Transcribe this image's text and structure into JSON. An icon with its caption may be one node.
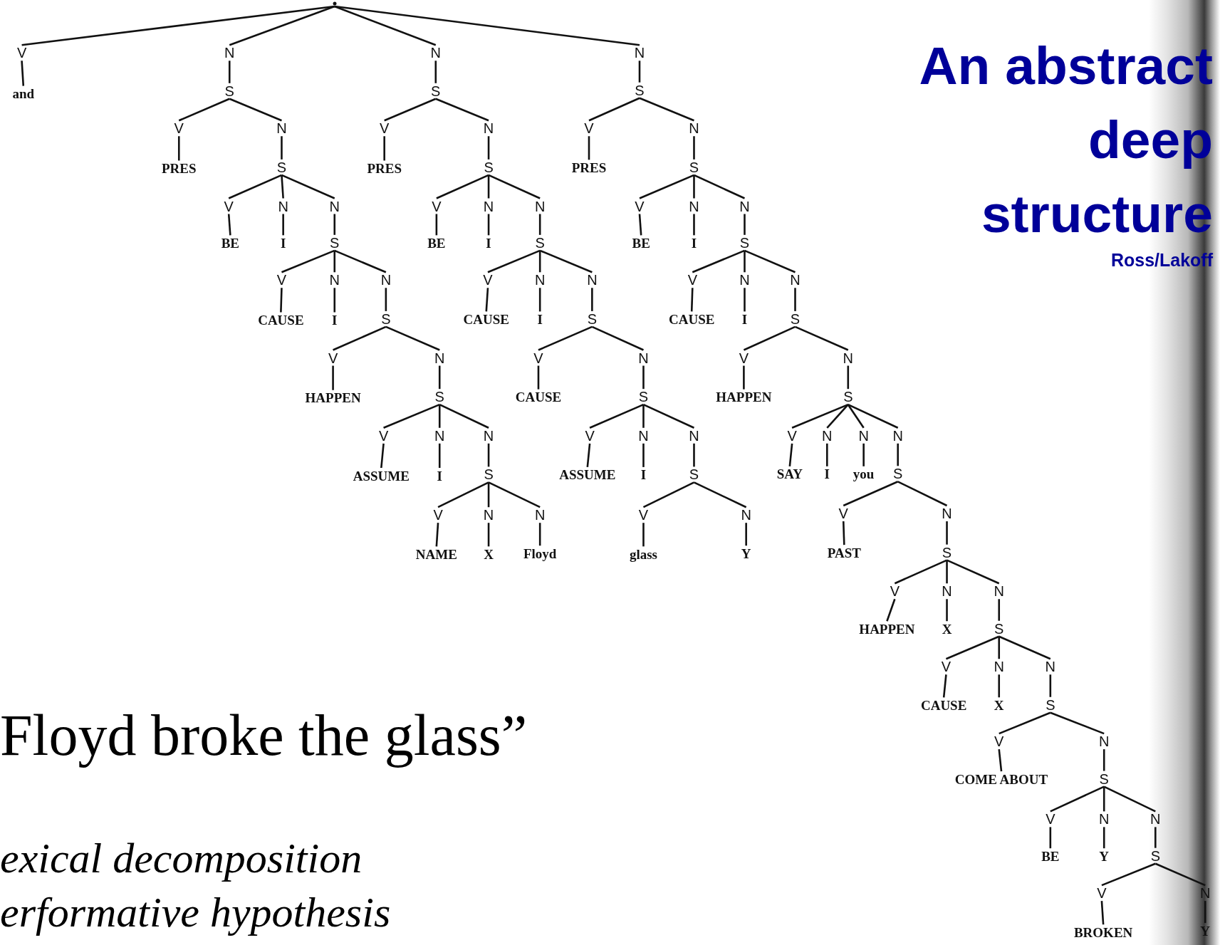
{
  "diagram": {
    "title": "An abstract deep structure",
    "nodes": [
      {
        "text": [],
        "shape": "circle"
      },
      {
        "text": [
          "V"
        ]
      },
      {
        "text": [
          "and"
        ]
      },
      {
        "text": [
          "N"
        ]
      },
      {
        "text": [
          "S"
        ]
      },
      {
        "text": [
          "V"
        ]
      },
      {
        "text": [
          "PRES"
        ]
      },
      {
        "text": [
          "N"
        ]
      },
      {
        "text": [
          "S"
        ]
      },
      {
        "text": [
          "V"
        ]
      },
      {
        "text": [
          "BE"
        ]
      },
      {
        "text": [
          "N"
        ]
      },
      {
        "text": [
          "I"
        ]
      },
      {
        "text": [
          "N"
        ]
      },
      {
        "text": [
          "S"
        ]
      },
      {
        "text": [
          "V"
        ]
      },
      {
        "text": [
          "CAUSE"
        ]
      },
      {
        "text": [
          "N"
        ]
      },
      {
        "text": [
          "I"
        ]
      },
      {
        "text": [
          "N"
        ]
      },
      {
        "text": [
          "S"
        ]
      },
      {
        "text": [
          "V"
        ]
      },
      {
        "text": [
          "HAPPEN"
        ]
      },
      {
        "text": [
          "N"
        ]
      },
      {
        "text": [
          "S"
        ]
      },
      {
        "text": [
          "V"
        ]
      },
      {
        "text": [
          "ASSUME"
        ]
      },
      {
        "text": [
          "N"
        ]
      },
      {
        "text": [
          "I"
        ]
      },
      {
        "text": [
          "N"
        ]
      },
      {
        "text": [
          "S"
        ]
      },
      {
        "text": [
          "V"
        ]
      },
      {
        "text": [
          "NAME"
        ]
      },
      {
        "text": [
          "N"
        ]
      },
      {
        "text": [
          "X"
        ]
      },
      {
        "text": [
          "N"
        ]
      },
      {
        "text": [
          "Floyd"
        ]
      },
      {
        "text": [
          "N"
        ]
      },
      {
        "text": [
          "S"
        ]
      },
      {
        "text": [
          "V"
        ]
      },
      {
        "text": [
          "PRES"
        ]
      },
      {
        "text": [
          "N"
        ]
      },
      {
        "text": [
          "S"
        ]
      },
      {
        "text": [
          "V"
        ]
      },
      {
        "text": [
          "BE"
        ]
      },
      {
        "text": [
          "N"
        ]
      },
      {
        "text": [
          "I"
        ]
      },
      {
        "text": [
          "N"
        ]
      },
      {
        "text": [
          "S"
        ]
      },
      {
        "text": [
          "V"
        ]
      },
      {
        "text": [
          "CAUSE"
        ]
      },
      {
        "text": [
          "N"
        ]
      },
      {
        "text": [
          "I"
        ]
      },
      {
        "text": [
          "N"
        ]
      },
      {
        "text": [
          "S"
        ]
      },
      {
        "text": [
          "V"
        ]
      },
      {
        "text": [
          "CAUSE"
        ]
      },
      {
        "text": [
          "N"
        ]
      },
      {
        "text": [
          "S"
        ]
      },
      {
        "text": [
          "V"
        ]
      },
      {
        "text": [
          "ASSUME"
        ]
      },
      {
        "text": [
          "N"
        ]
      },
      {
        "text": [
          "I"
        ]
      },
      {
        "text": [
          "N"
        ]
      },
      {
        "text": [
          "S"
        ]
      },
      {
        "text": [
          "V"
        ]
      },
      {
        "text": [
          "glass"
        ]
      },
      {
        "text": [
          "N"
        ]
      },
      {
        "text": [
          "Y"
        ]
      },
      {
        "text": [
          "N"
        ]
      },
      {
        "text": [
          "S"
        ]
      },
      {
        "text": [
          "V"
        ]
      },
      {
        "text": [
          "PRES"
        ]
      },
      {
        "text": [
          "N"
        ]
      },
      {
        "text": [
          "S"
        ]
      },
      {
        "text": [
          "V"
        ]
      },
      {
        "text": [
          "BE"
        ]
      },
      {
        "text": [
          "N"
        ]
      },
      {
        "text": [
          "I"
        ]
      },
      {
        "text": [
          "N"
        ]
      },
      {
        "text": [
          "S"
        ]
      },
      {
        "text": [
          "V"
        ]
      },
      {
        "text": [
          "CAUSE"
        ]
      },
      {
        "text": [
          "N"
        ]
      },
      {
        "text": [
          "I"
        ]
      },
      {
        "text": [
          "N"
        ]
      },
      {
        "text": [
          "S"
        ]
      },
      {
        "text": [
          "V"
        ]
      },
      {
        "text": [
          "HAPPEN"
        ]
      },
      {
        "text": [
          "N"
        ]
      },
      {
        "text": [
          "S"
        ]
      },
      {
        "text": [
          "V"
        ]
      },
      {
        "text": [
          "SAY"
        ]
      },
      {
        "text": [
          "N"
        ]
      },
      {
        "text": [
          "I"
        ]
      },
      {
        "text": [
          "N"
        ]
      },
      {
        "text": [
          "you"
        ]
      },
      {
        "text": [
          "N"
        ]
      },
      {
        "text": [
          "S"
        ]
      },
      {
        "text": [
          "V"
        ]
      },
      {
        "text": [
          "PAST"
        ]
      },
      {
        "text": [
          "N"
        ]
      },
      {
        "text": [
          "S"
        ]
      },
      {
        "text": [
          "V"
        ]
      },
      {
        "text": [
          "HAPPEN"
        ]
      },
      {
        "text": [
          "N"
        ]
      },
      {
        "text": [
          "X"
        ]
      },
      {
        "text": [
          "N"
        ]
      },
      {
        "text": [
          "S"
        ]
      },
      {
        "text": [
          "V"
        ]
      },
      {
        "text": [
          "CAUSE"
        ]
      },
      {
        "text": [
          "N"
        ]
      },
      {
        "text": [
          "X"
        ]
      },
      {
        "text": [
          "N"
        ]
      },
      {
        "text": [
          "S"
        ]
      },
      {
        "text": [
          "V"
        ]
      },
      {
        "text": [
          "COME ABOUT"
        ]
      },
      {
        "text": [
          "N"
        ]
      },
      {
        "text": [
          "S"
        ]
      },
      {
        "text": [
          "V"
        ]
      },
      {
        "text": [
          "BE"
        ]
      },
      {
        "text": [
          "N"
        ]
      },
      {
        "text": [
          "Y"
        ]
      },
      {
        "text": [
          "N"
        ]
      },
      {
        "text": [
          "S"
        ]
      },
      {
        "text": [
          "V"
        ]
      },
      {
        "text": [
          "BROKEN"
        ]
      },
      {
        "text": [
          "N"
        ]
      },
      {
        "text": [
          "Y"
        ]
      }
    ],
    "edges": [
      {
        "from": 0,
        "to": 1,
        "arrow": "none"
      },
      {
        "from": 0,
        "to": 3,
        "arrow": "none"
      },
      {
        "from": 0,
        "to": 37,
        "arrow": "none"
      },
      {
        "from": 0,
        "to": 69,
        "arrow": "none"
      },
      {
        "from": 1,
        "to": 2,
        "arrow": "none"
      },
      {
        "from": 3,
        "to": 4,
        "arrow": "none"
      },
      {
        "from": 4,
        "to": 5,
        "arrow": "none"
      },
      {
        "from": 4,
        "to": 7,
        "arrow": "none"
      },
      {
        "from": 5,
        "to": 6,
        "arrow": "none"
      },
      {
        "from": 7,
        "to": 8,
        "arrow": "none"
      },
      {
        "from": 8,
        "to": 9,
        "arrow": "none"
      },
      {
        "from": 8,
        "to": 11,
        "arrow": "none"
      },
      {
        "from": 8,
        "to": 13,
        "arrow": "none"
      },
      {
        "from": 9,
        "to": 10,
        "arrow": "none"
      },
      {
        "from": 11,
        "to": 12,
        "arrow": "none"
      },
      {
        "from": 13,
        "to": 14,
        "arrow": "none"
      },
      {
        "from": 14,
        "to": 15,
        "arrow": "none"
      },
      {
        "from": 14,
        "to": 17,
        "arrow": "none"
      },
      {
        "from": 14,
        "to": 19,
        "arrow": "none"
      },
      {
        "from": 15,
        "to": 16,
        "arrow": "none"
      },
      {
        "from": 17,
        "to": 18,
        "arrow": "none"
      },
      {
        "from": 19,
        "to": 20,
        "arrow": "none"
      },
      {
        "from": 20,
        "to": 21,
        "arrow": "none"
      },
      {
        "from": 20,
        "to": 23,
        "arrow": "none"
      },
      {
        "from": 21,
        "to": 22,
        "arrow": "none"
      },
      {
        "from": 23,
        "to": 24,
        "arrow": "none"
      },
      {
        "from": 24,
        "to": 25,
        "arrow": "none"
      },
      {
        "from": 24,
        "to": 27,
        "arrow": "none"
      },
      {
        "from": 24,
        "to": 29,
        "arrow": "none"
      },
      {
        "from": 25,
        "to": 26,
        "arrow": "none"
      },
      {
        "from": 27,
        "to": 28,
        "arrow": "none"
      },
      {
        "from": 29,
        "to": 30,
        "arrow": "none"
      },
      {
        "from": 30,
        "to": 31,
        "arrow": "none"
      },
      {
        "from": 30,
        "to": 33,
        "arrow": "none"
      },
      {
        "from": 30,
        "to": 35,
        "arrow": "none"
      },
      {
        "from": 31,
        "to": 32,
        "arrow": "none"
      },
      {
        "from": 33,
        "to": 34,
        "arrow": "none"
      },
      {
        "from": 35,
        "to": 36,
        "arrow": "none"
      },
      {
        "from": 37,
        "to": 38,
        "arrow": "none"
      },
      {
        "from": 38,
        "to": 39,
        "arrow": "none"
      },
      {
        "from": 38,
        "to": 41,
        "arrow": "none"
      },
      {
        "from": 39,
        "to": 40,
        "arrow": "none"
      },
      {
        "from": 41,
        "to": 42,
        "arrow": "none"
      },
      {
        "from": 42,
        "to": 43,
        "arrow": "none"
      },
      {
        "from": 42,
        "to": 45,
        "arrow": "none"
      },
      {
        "from": 42,
        "to": 47,
        "arrow": "none"
      },
      {
        "from": 43,
        "to": 44,
        "arrow": "none"
      },
      {
        "from": 45,
        "to": 46,
        "arrow": "none"
      },
      {
        "from": 47,
        "to": 48,
        "arrow": "none"
      },
      {
        "from": 48,
        "to": 49,
        "arrow": "none"
      },
      {
        "from": 48,
        "to": 51,
        "arrow": "none"
      },
      {
        "from": 48,
        "to": 53,
        "arrow": "none"
      },
      {
        "from": 49,
        "to": 50,
        "arrow": "none"
      },
      {
        "from": 51,
        "to": 52,
        "arrow": "none"
      },
      {
        "from": 53,
        "to": 54,
        "arrow": "none"
      },
      {
        "from": 54,
        "to": 55,
        "arrow": "none"
      },
      {
        "from": 54,
        "to": 57,
        "arrow": "none"
      },
      {
        "from": 55,
        "to": 56,
        "arrow": "none"
      },
      {
        "from": 57,
        "to": 58,
        "arrow": "none"
      },
      {
        "from": 58,
        "to": 59,
        "arrow": "none"
      },
      {
        "from": 58,
        "to": 61,
        "arrow": "none"
      },
      {
        "from": 58,
        "to": 63,
        "arrow": "none"
      },
      {
        "from": 59,
        "to": 60,
        "arrow": "none"
      },
      {
        "from": 61,
        "to": 62,
        "arrow": "none"
      },
      {
        "from": 63,
        "to": 64,
        "arrow": "none"
      },
      {
        "from": 64,
        "to": 65,
        "arrow": "none"
      },
      {
        "from": 64,
        "to": 67,
        "arrow": "none"
      },
      {
        "from": 65,
        "to": 66,
        "arrow": "none"
      },
      {
        "from": 67,
        "to": 68,
        "arrow": "none"
      },
      {
        "from": 69,
        "to": 70,
        "arrow": "none"
      },
      {
        "from": 70,
        "to": 71,
        "arrow": "none"
      },
      {
        "from": 70,
        "to": 73,
        "arrow": "none"
      },
      {
        "from": 71,
        "to": 72,
        "arrow": "none"
      },
      {
        "from": 73,
        "to": 74,
        "arrow": "none"
      },
      {
        "from": 74,
        "to": 75,
        "arrow": "none"
      },
      {
        "from": 74,
        "to": 77,
        "arrow": "none"
      },
      {
        "from": 74,
        "to": 79,
        "arrow": "none"
      },
      {
        "from": 75,
        "to": 76,
        "arrow": "none"
      },
      {
        "from": 77,
        "to": 78,
        "arrow": "none"
      },
      {
        "from": 79,
        "to": 80,
        "arrow": "none"
      },
      {
        "from": 80,
        "to": 81,
        "arrow": "none"
      },
      {
        "from": 80,
        "to": 83,
        "arrow": "none"
      },
      {
        "from": 80,
        "to": 85,
        "arrow": "none"
      },
      {
        "from": 81,
        "to": 82,
        "arrow": "none"
      },
      {
        "from": 83,
        "to": 84,
        "arrow": "none"
      },
      {
        "from": 85,
        "to": 86,
        "arrow": "none"
      },
      {
        "from": 86,
        "to": 87,
        "arrow": "none"
      },
      {
        "from": 86,
        "to": 89,
        "arrow": "none"
      },
      {
        "from": 87,
        "to": 88,
        "arrow": "none"
      },
      {
        "from": 89,
        "to": 90,
        "arrow": "none"
      },
      {
        "from": 90,
        "to": 91,
        "arrow": "none"
      },
      {
        "from": 90,
        "to": 93,
        "arrow": "none"
      },
      {
        "from": 90,
        "to": 95,
        "arrow": "none"
      },
      {
        "from": 90,
        "to": 97,
        "arrow": "none"
      },
      {
        "from": 91,
        "to": 92,
        "arrow": "none"
      },
      {
        "from": 93,
        "to": 94,
        "arrow": "none"
      },
      {
        "from": 95,
        "to": 96,
        "arrow": "none"
      },
      {
        "from": 97,
        "to": 98,
        "arrow": "none"
      },
      {
        "from": 98,
        "to": 99,
        "arrow": "none"
      },
      {
        "from": 98,
        "to": 101,
        "arrow": "none"
      },
      {
        "from": 99,
        "to": 100,
        "arrow": "none"
      },
      {
        "from": 101,
        "to": 102,
        "arrow": "none"
      },
      {
        "from": 102,
        "to": 103,
        "arrow": "none"
      },
      {
        "from": 102,
        "to": 105,
        "arrow": "none"
      },
      {
        "from": 102,
        "to": 107,
        "arrow": "none"
      },
      {
        "from": 103,
        "to": 104,
        "arrow": "none"
      },
      {
        "from": 105,
        "to": 106,
        "arrow": "none"
      },
      {
        "from": 107,
        "to": 108,
        "arrow": "none"
      },
      {
        "from": 108,
        "to": 109,
        "arrow": "none"
      },
      {
        "from": 108,
        "to": 111,
        "arrow": "none"
      },
      {
        "from": 108,
        "to": 113,
        "arrow": "none"
      },
      {
        "from": 109,
        "to": 110,
        "arrow": "none"
      },
      {
        "from": 111,
        "to": 112,
        "arrow": "none"
      },
      {
        "from": 113,
        "to": 114,
        "arrow": "none"
      },
      {
        "from": 114,
        "to": 115,
        "arrow": "none"
      },
      {
        "from": 114,
        "to": 117,
        "arrow": "none"
      },
      {
        "from": 115,
        "to": 116,
        "arrow": "none"
      },
      {
        "from": 117,
        "to": 118,
        "arrow": "none"
      },
      {
        "from": 118,
        "to": 119,
        "arrow": "none"
      },
      {
        "from": 118,
        "to": 121,
        "arrow": "none"
      },
      {
        "from": 118,
        "to": 123,
        "arrow": "none"
      },
      {
        "from": 119,
        "to": 120,
        "arrow": "none"
      },
      {
        "from": 121,
        "to": 122,
        "arrow": "none"
      },
      {
        "from": 123,
        "to": 124,
        "arrow": "none"
      },
      {
        "from": 124,
        "to": 125,
        "arrow": "none"
      },
      {
        "from": 124,
        "to": 127,
        "arrow": "none"
      },
      {
        "from": 125,
        "to": 126,
        "arrow": "none"
      },
      {
        "from": 127,
        "to": 128,
        "arrow": "none"
      }
    ],
    "labels": [
      "Ross/Lakoff",
      "Floyd broke the glass”",
      "exical decomposition",
      "erformative hypothesis"
    ]
  }
}
